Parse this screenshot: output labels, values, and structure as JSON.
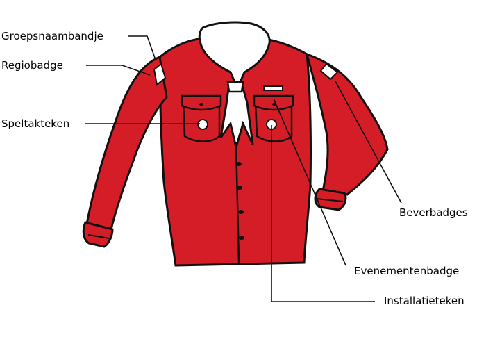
{
  "colors": {
    "shirt": "#d41d26",
    "outline": "#111111",
    "scarf": "#ffffff",
    "line": "#111111"
  },
  "labels": {
    "groepsnaambandje": "Groepsnaambandje",
    "regiobadge": "Regiobadge",
    "speltakteken": "Speltakteken",
    "beverbadges": "Beverbadges",
    "evenementenbadge": "Evenementenbadge",
    "installatieteken": "Installatieteken"
  }
}
